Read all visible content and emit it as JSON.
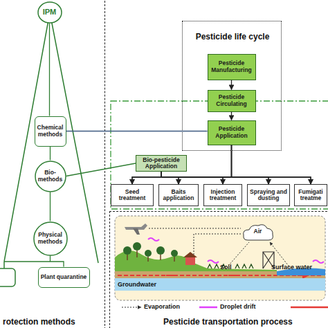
{
  "diagram": {
    "nodes": [
      {
        "text": [
          "rotection methods"
        ]
      },
      {
        "text": [
          "IPM"
        ],
        "in": 0
      },
      {
        "text": [
          "Chemical methods"
        ],
        "in": 0
      },
      {
        "text": [
          "Bio-methods"
        ],
        "in": 0
      },
      {
        "text": [
          "Physical methods"
        ],
        "in": 0
      },
      {
        "text": [
          "Plant quarantine"
        ],
        "in": 0
      },
      {
        "text": [
          "Pesticide life cycle"
        ]
      },
      {
        "text": [
          "Pesticide Manufacturing"
        ],
        "in": 6
      },
      {
        "text": [
          "Pesticide Circulating"
        ],
        "in": 6
      },
      {
        "text": [
          "Pesticide Application"
        ],
        "in": 6
      },
      {
        "text": [
          "Bio-pesticide Application"
        ]
      },
      {
        "text": [
          "Seed treatment"
        ]
      },
      {
        "text": [
          "Baits application"
        ]
      },
      {
        "text": [
          "Injection treatment"
        ]
      },
      {
        "text": [
          "Spraying and dusting"
        ]
      },
      {
        "text": [
          "Fumigati treatme"
        ]
      },
      {
        "text": [
          "Pesticide transportation process"
        ]
      },
      {
        "text": [
          "Air"
        ],
        "in": 16
      }
    ],
    "edges": [
      {
        "from": 1,
        "to": 2,
        "arrow": "none"
      },
      {
        "from": 2,
        "to": 3,
        "arrow": "none"
      },
      {
        "from": 3,
        "to": 4,
        "arrow": "none"
      },
      {
        "from": 4,
        "to": 5,
        "arrow": "none"
      },
      {
        "from": 7,
        "to": 8,
        "arrow": "to"
      },
      {
        "from": 8,
        "to": 9,
        "arrow": "to"
      },
      {
        "from": 2,
        "to": 9,
        "arrow": "none"
      },
      {
        "from": 3,
        "to": 10,
        "arrow": "none"
      },
      {
        "from": 9,
        "to": 11,
        "arrow": "to"
      },
      {
        "from": 9,
        "to": 12,
        "arrow": "to"
      },
      {
        "from": 9,
        "to": 13,
        "arrow": "to"
      },
      {
        "from": 9,
        "to": 14,
        "arrow": "to"
      },
      {
        "from": 9,
        "to": 15,
        "arrow": "to"
      },
      {
        "from": 10,
        "to": 11,
        "arrow": "to"
      },
      {
        "from": 10,
        "to": 12,
        "arrow": "to"
      },
      {
        "from": 10,
        "to": 13,
        "arrow": "to"
      },
      {
        "from": 10,
        "to": 14,
        "arrow": "to"
      },
      {
        "from": 10,
        "to": 15,
        "arrow": "to"
      }
    ],
    "labels": [
      "Soil",
      "Surface water",
      "Groundwater"
    ],
    "legend": [
      {
        "text": "Evaporation"
      },
      {
        "text": "Droplet drift"
      }
    ]
  }
}
